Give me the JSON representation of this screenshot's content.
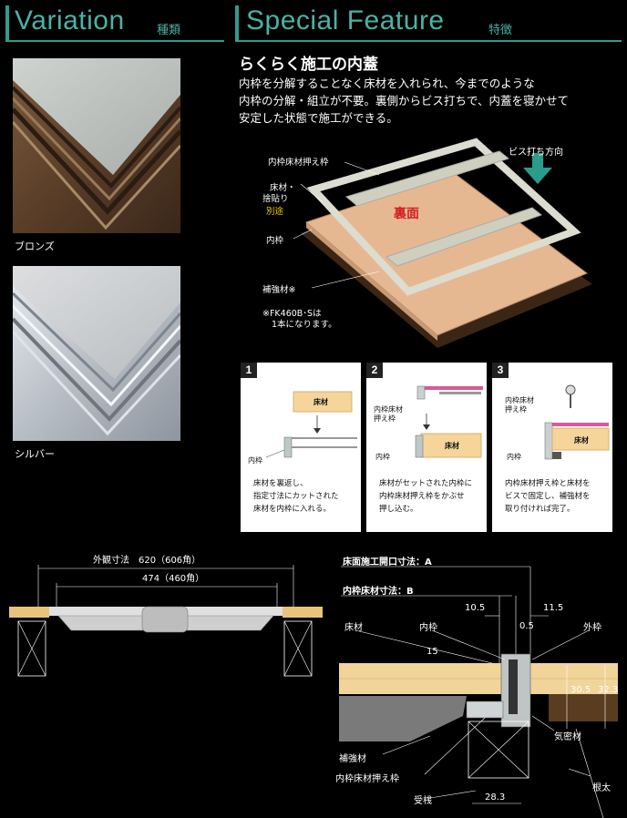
{
  "variation": {
    "title": "Variation",
    "subtitle": "種類",
    "items": [
      {
        "label": "ブロンズ"
      },
      {
        "label": "シルバー"
      }
    ]
  },
  "special": {
    "title": "Special Feature",
    "subtitle": "特徴"
  },
  "feature": {
    "heading": "らくらく施工の内蓋",
    "body": [
      "内枠を分解することなく床材を入れられ、今までのような",
      "内枠の分解・組立が不要。裏側からビス打ちで、内蓋を寝かせて",
      "安定した状態で施工ができる。"
    ]
  },
  "diagram": {
    "push_frame": "内枠床材押え枠",
    "floor_line1": "床材・",
    "floor_line2": "捨貼り",
    "separate": "別途",
    "inner_frame": "内枠",
    "reinforce": "補強材※",
    "note_line1": "※FK460B･Sは",
    "note_line2": "1本になります。",
    "screw_dir": "ビス打ち方向",
    "back_face": "裏面"
  },
  "steps": [
    {
      "num": "1",
      "labels": {
        "floor": "床材",
        "inner": "内枠"
      },
      "text": [
        "床材を裏返し、",
        "指定寸法にカットされた",
        "床材を内枠に入れる。"
      ]
    },
    {
      "num": "2",
      "labels": {
        "floor": "床材",
        "push": "内枠床材",
        "push2": "押え枠",
        "inner": "内枠"
      },
      "text": [
        "床材がセットされた内枠に",
        "内枠床材押え枠をかぶせ",
        "押し込む。"
      ]
    },
    {
      "num": "3",
      "labels": {
        "floor": "床材",
        "push": "内枠床材",
        "push2": "押え枠",
        "inner": "内枠"
      },
      "text": [
        "内枠床材押え枠と床材を",
        "ビスで固定し、補強材を",
        "取り付ければ完了。"
      ]
    }
  ],
  "section": {
    "outer_dim": "外観寸法　620（606角）",
    "inner_dim": "474（460角）"
  },
  "detail": {
    "opening": "床面施工開口寸法：A",
    "inner_size": "内枠床材寸法：B",
    "d105": "10.5",
    "d115": "11.5",
    "d05": "0.5",
    "d15": "15",
    "d305": "30.5",
    "d323": "32.3",
    "d283": "28.3",
    "floor": "床材",
    "inner": "内枠",
    "outer": "外枠",
    "seal": "気密材",
    "reinforce": "補強材",
    "push": "内枠床材押え枠",
    "joist": "受桟",
    "sleeper": "根太"
  }
}
